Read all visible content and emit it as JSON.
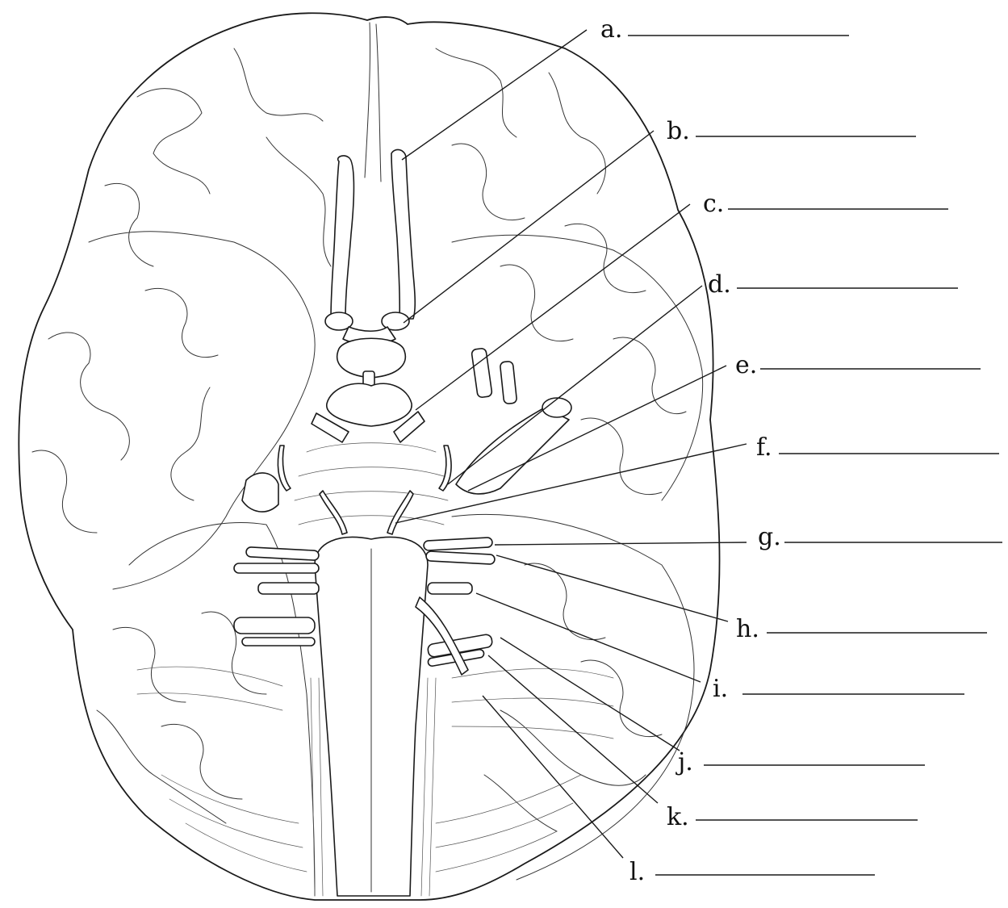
{
  "labels": [
    {
      "key": "a",
      "text": "a."
    },
    {
      "key": "b",
      "text": "b."
    },
    {
      "key": "c",
      "text": "c."
    },
    {
      "key": "d",
      "text": "d."
    },
    {
      "key": "e",
      "text": "e."
    },
    {
      "key": "f",
      "text": "f."
    },
    {
      "key": "g",
      "text": "g."
    },
    {
      "key": "h",
      "text": "h."
    },
    {
      "key": "i",
      "text": "i."
    },
    {
      "key": "j",
      "text": "j."
    },
    {
      "key": "k",
      "text": "k."
    },
    {
      "key": "l",
      "text": "l."
    }
  ],
  "colors": {
    "line": "#1a1a1a",
    "background": "#ffffff"
  }
}
